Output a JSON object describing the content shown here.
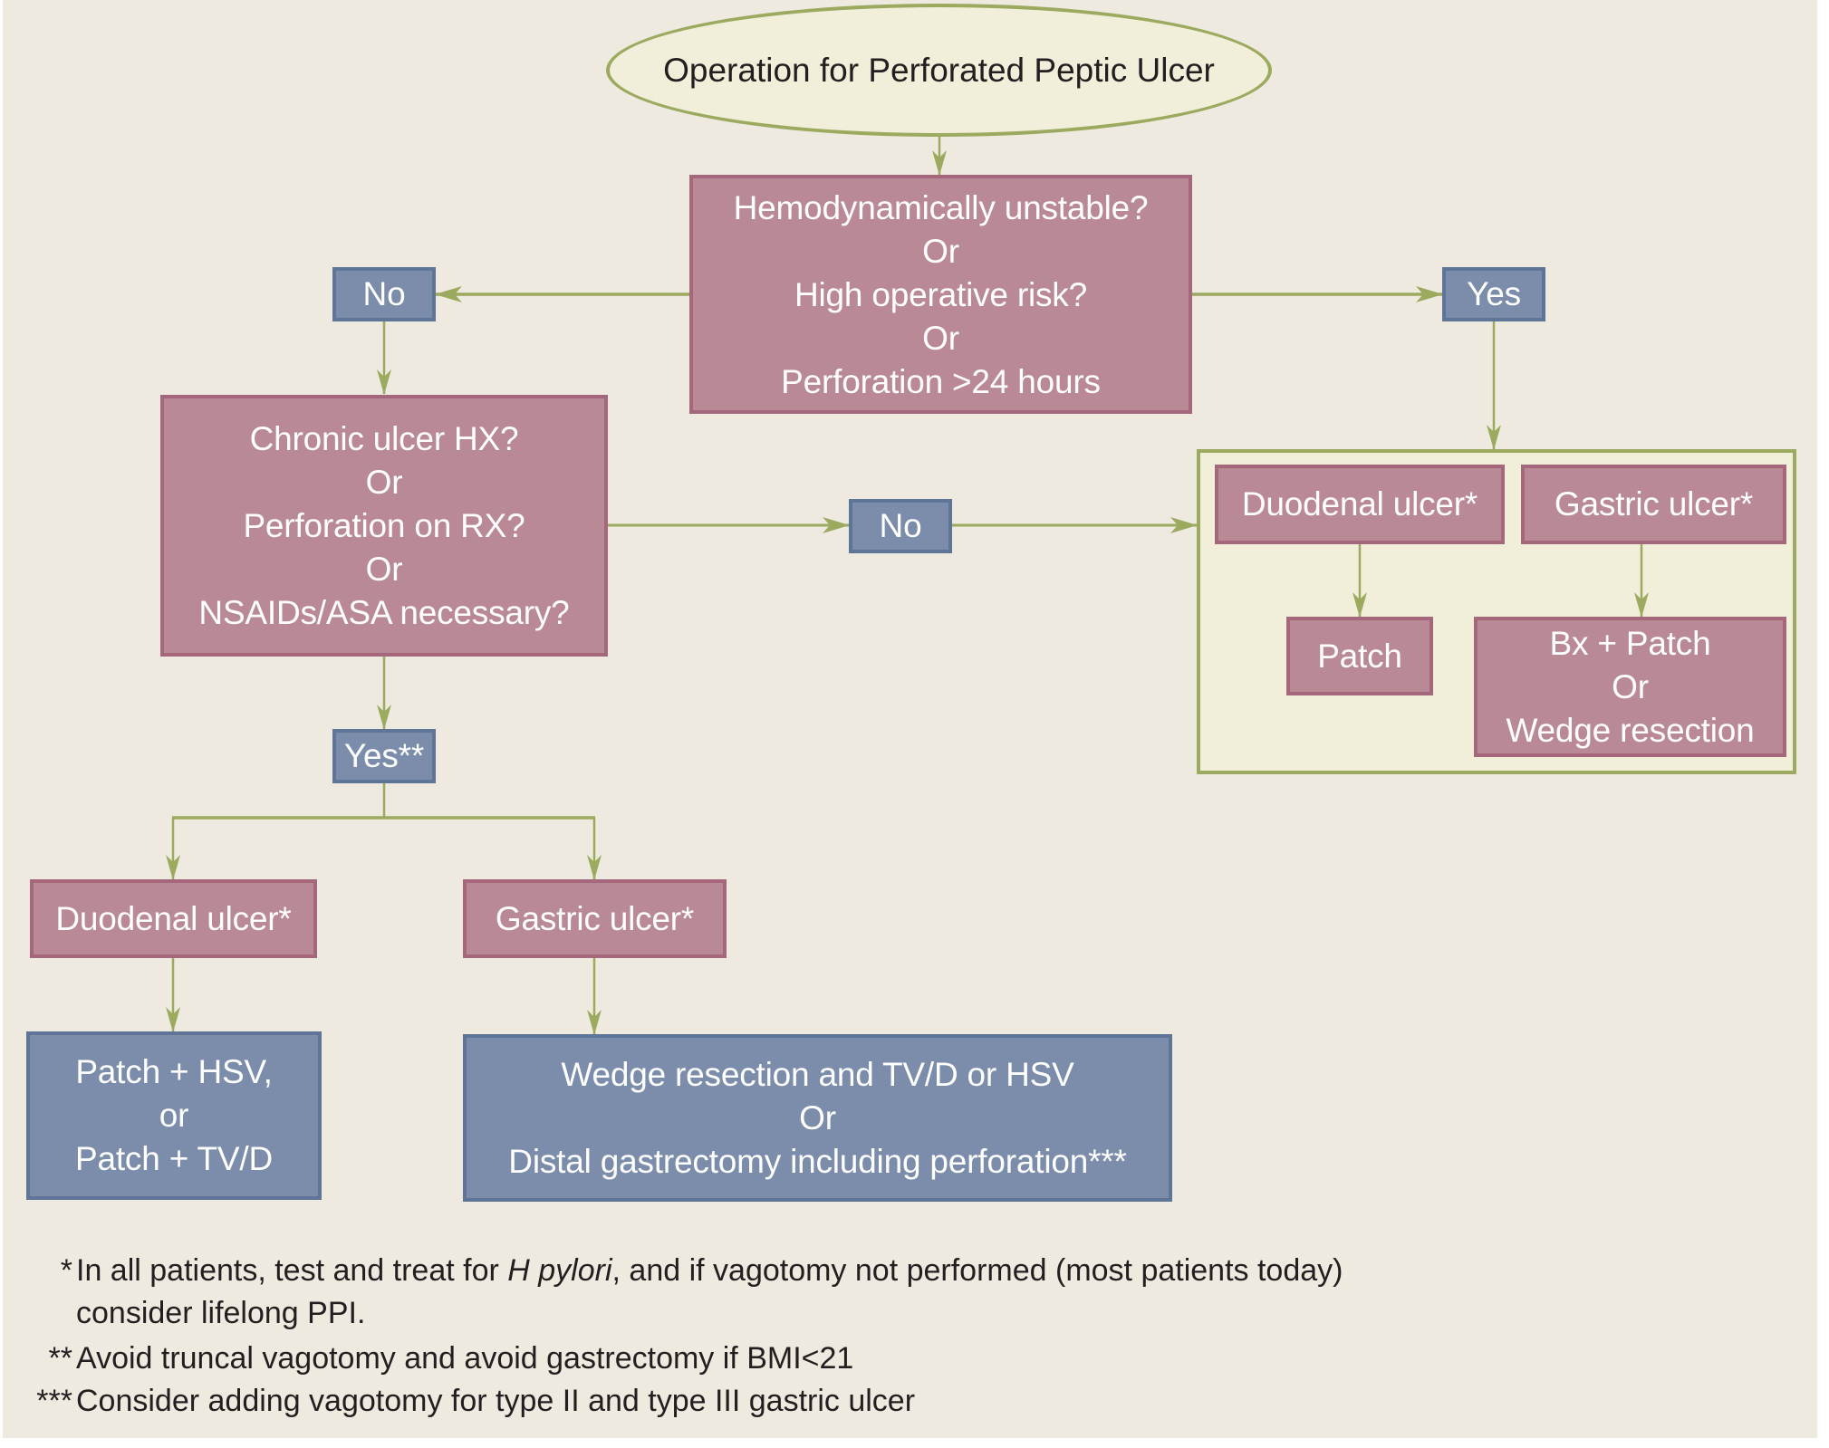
{
  "title": "Operation for Perforated Peptic Ulcer",
  "colors": {
    "background": "#eeeae0",
    "decision_fill": "#ba8996",
    "decision_border": "#a5677b",
    "answer_fill": "#7b8dab",
    "answer_border": "#5f7597",
    "connector": "#9baa5e",
    "start_fill": "#f1eed9"
  },
  "nodes": {
    "start": {
      "label": "Operation for Perforated Peptic Ulcer"
    },
    "q1": {
      "lines": [
        "Hemodynamically unstable?",
        "Or",
        "High operative risk?",
        "Or",
        "Perforation >24 hours"
      ]
    },
    "q1_no": {
      "label": "No"
    },
    "q1_yes": {
      "label": "Yes"
    },
    "q2": {
      "lines": [
        "Chronic ulcer HX?",
        "Or",
        "Perforation on RX?",
        "Or",
        "NSAIDs/ASA necessary?"
      ]
    },
    "q2_no": {
      "label": "No"
    },
    "q2_yes": {
      "label": "Yes**"
    },
    "simple_group": {
      "duodenal": {
        "label": "Duodenal ulcer*"
      },
      "gastric": {
        "label": "Gastric ulcer*"
      },
      "duodenal_tx": {
        "label": "Patch"
      },
      "gastric_tx": {
        "lines": [
          "Bx +  Patch",
          "Or",
          "Wedge resection"
        ]
      }
    },
    "definitive": {
      "duodenal": {
        "label": "Duodenal ulcer*"
      },
      "gastric": {
        "label": "Gastric ulcer*"
      },
      "duodenal_tx": {
        "lines": [
          "Patch + HSV,",
          "or",
          "Patch + TV/D"
        ]
      },
      "gastric_tx": {
        "lines": [
          "Wedge resection and TV/D or HSV",
          "Or",
          "Distal gastrectomy including perforation***"
        ]
      }
    }
  },
  "footnotes": [
    {
      "mark": "*",
      "text_before": "In all patients, test and treat for ",
      "text_italic": "H pylori",
      "text_after": ", and if vagotomy not performed (most patients today)",
      "continuation": "consider lifelong PPI."
    },
    {
      "mark": "**",
      "text": "Avoid truncal vagotomy and avoid gastrectomy if BMI<21"
    },
    {
      "mark": "***",
      "text": "Consider adding vagotomy for type II and type III gastric ulcer"
    }
  ]
}
